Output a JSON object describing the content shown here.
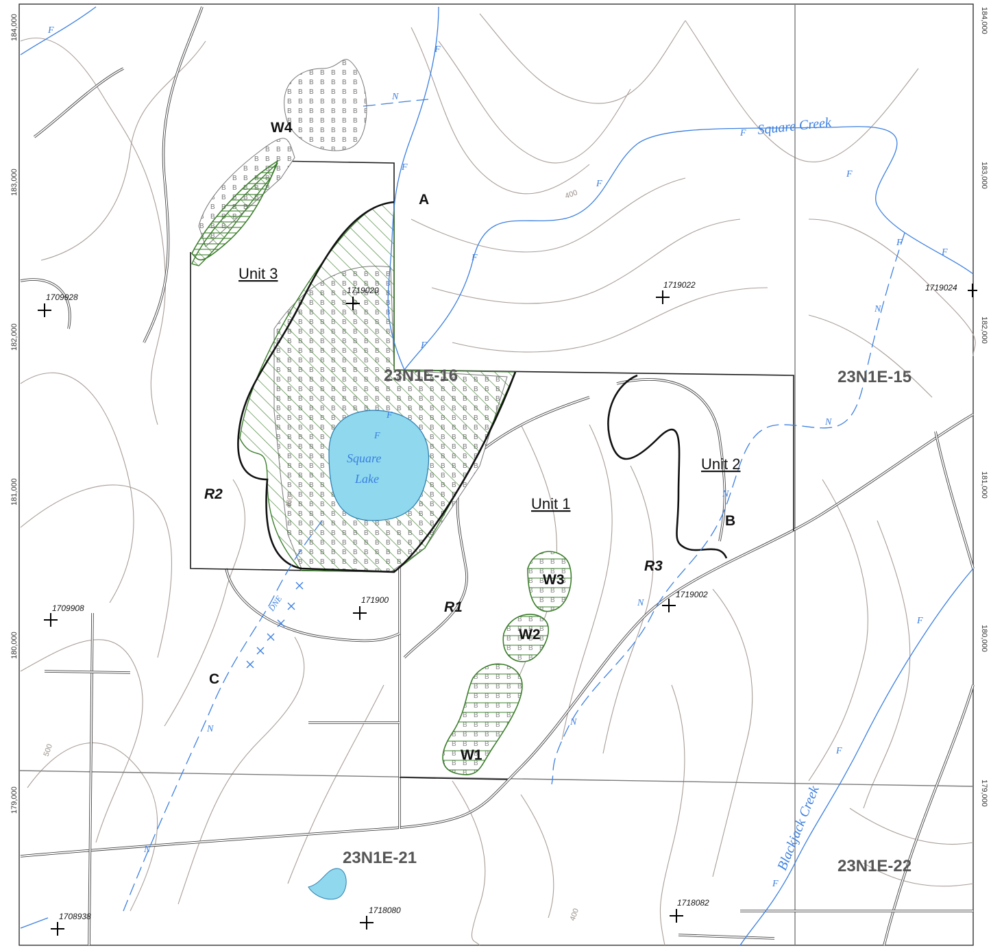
{
  "map": {
    "sections": [
      "23N1E-16",
      "23N1E-15",
      "23N1E-21",
      "23N1E-22"
    ],
    "units": [
      "Unit 1",
      "Unit 2",
      "Unit 3"
    ],
    "points": [
      "A",
      "B",
      "C"
    ],
    "riparian": [
      "R1",
      "R2",
      "R3"
    ],
    "wetlands": [
      "W4",
      "W3",
      "W2",
      "W1"
    ],
    "features": {
      "lake": "Square\nLake",
      "lake_line1": "Square",
      "lake_line2": "Lake",
      "creek1": "Square Creek",
      "creek2": "Blackjack Creek",
      "dne": "DNE"
    },
    "corners": [
      "1709928",
      "1719020",
      "1719022",
      "1719024",
      "1709908",
      "171900",
      "1719002",
      "1708938",
      "1718080",
      "1718082"
    ],
    "stream_types": [
      "F",
      "N"
    ],
    "contour_labels": [
      "400",
      "400",
      "500",
      "400"
    ],
    "y_ticks_left": [
      "184,000",
      "183,000",
      "182,000",
      "181,000",
      "180,000",
      "179,000"
    ],
    "y_ticks_right": [
      "184,000",
      "183,000",
      "182,000",
      "181,000",
      "180,000",
      "179,000"
    ],
    "colors": {
      "stream": "#3b7fe0",
      "lake": "#8fd8ee",
      "wetland": "#3a7d2a",
      "contour": "#a89d97",
      "section_label": "#555555"
    }
  }
}
